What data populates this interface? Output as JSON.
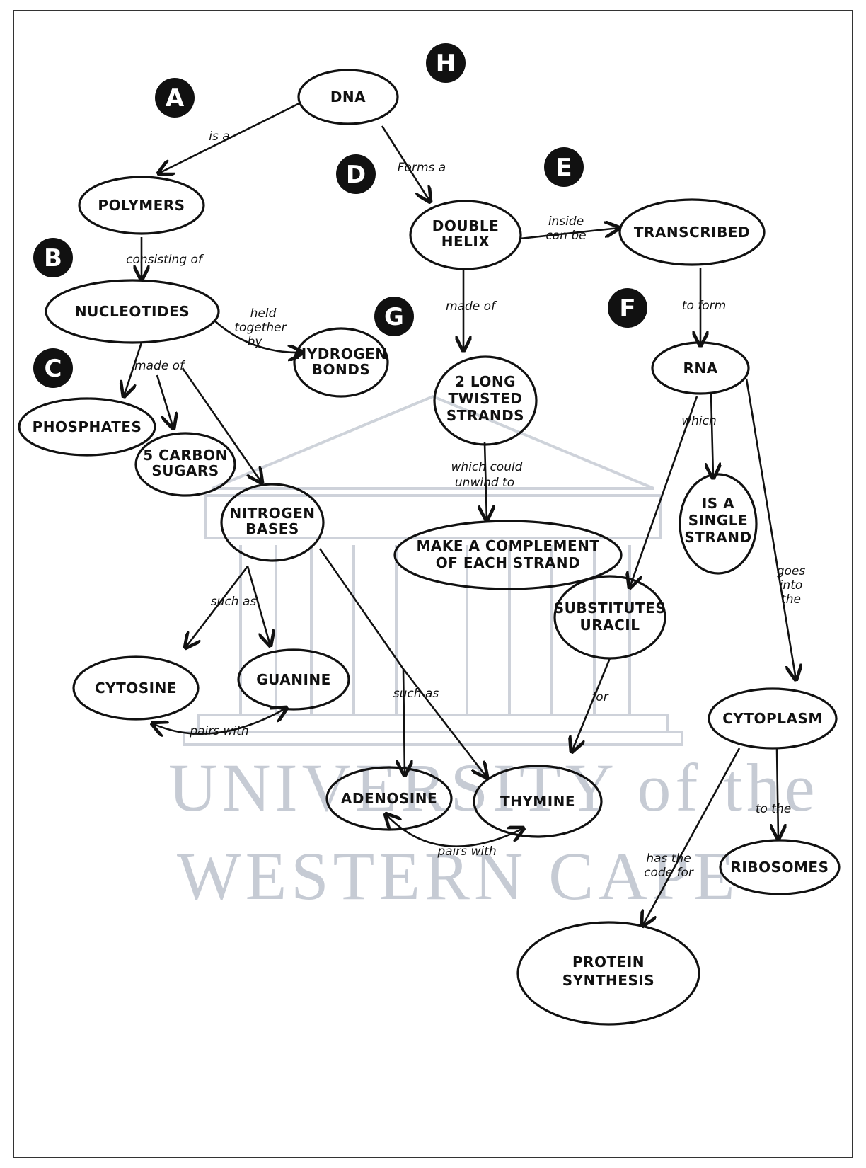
{
  "watermark": {
    "line1": "UNIVERSITY of the",
    "line2": "WESTERN CAPE",
    "color": "#c6cbd4"
  },
  "badges": [
    "A",
    "B",
    "C",
    "D",
    "E",
    "F",
    "G",
    "H"
  ],
  "nodes": {
    "dna": [
      "DNA"
    ],
    "polymers": [
      "POLYMERS"
    ],
    "nucleotides": [
      "NUCLEOTIDES"
    ],
    "hydrogen_bonds": [
      "HYDROGEN",
      "BONDS"
    ],
    "phosphates": [
      "PHOSPHATES"
    ],
    "carbon_sugars": [
      "5 CARBON",
      "SUGARS"
    ],
    "nitrogen_bases": [
      "NITROGEN",
      "BASES"
    ],
    "cytosine": [
      "CYTOSINE"
    ],
    "guanine": [
      "GUANINE"
    ],
    "adenosine": [
      "ADENOSINE"
    ],
    "thymine": [
      "THYMINE"
    ],
    "double_helix": [
      "DOUBLE",
      "HELIX"
    ],
    "twisted_strands": [
      "2 LONG",
      "TWISTED",
      "STRANDS"
    ],
    "complement": [
      "MAKE A COMPLEMENT",
      "OF EACH STRAND"
    ],
    "transcribed": [
      "TRANSCRIBED"
    ],
    "rna": [
      "RNA"
    ],
    "single_strand": [
      "IS A",
      "SINGLE",
      "STRAND"
    ],
    "substitutes_uracil": [
      "SUBSTITUTES",
      "URACIL"
    ],
    "cytoplasm": [
      "CYTOPLASM"
    ],
    "ribosomes": [
      "RIBOSOMES"
    ],
    "protein_synthesis": [
      "PROTEIN",
      "SYNTHESIS"
    ]
  },
  "links": {
    "dna_polymers": [
      "is a"
    ],
    "dna_helix": [
      "Forms a"
    ],
    "polymers_nucleotides": [
      "consisting of"
    ],
    "nucleotides_hydrogen": [
      "held",
      "together",
      "by"
    ],
    "nucleotides_parts": [
      "made of"
    ],
    "nitrogen_such_as": [
      "such as"
    ],
    "cytosine_guanine_pair": [
      "pairs with"
    ],
    "nitrogen_such_as_2": [
      "such as"
    ],
    "adenosine_thymine_pair": [
      "pairs with"
    ],
    "helix_made_of": [
      "made of"
    ],
    "strands_unwind": [
      "which could",
      "unwind to"
    ],
    "helix_transcribed": [
      "inside",
      "can be"
    ],
    "transcribed_rna": [
      "to form"
    ],
    "rna_which": [
      "which"
    ],
    "uracil_for": [
      "for"
    ],
    "rna_cytoplasm": [
      "goes",
      "into",
      "the"
    ],
    "cytoplasm_ribosomes": [
      "to the"
    ],
    "cytoplasm_protein": [
      "has the",
      "code for"
    ]
  }
}
